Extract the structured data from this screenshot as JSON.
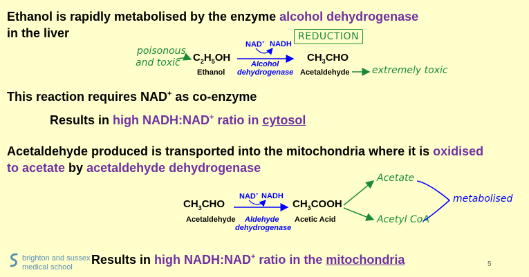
{
  "heading1": {
    "line1_pre": "Ethanol is rapidly metabolised by the enzyme ",
    "line1_hl": "alcohol dehydrogenase",
    "line2": "in the liver"
  },
  "reaction1": {
    "nad": "NAD",
    "nad_sup": "+",
    "nadh": "NADH",
    "annotation_box": "REDUCTION",
    "note_left_1": "poisonous",
    "note_left_2": "and toxic",
    "reactant_pre": "C",
    "reactant_sub1": "2",
    "reactant_mid": "H",
    "reactant_sub2": "5",
    "reactant_post": "OH",
    "reactant_label": "Ethanol",
    "enzyme_1": "Alcohol",
    "enzyme_2": "dehydrogenase",
    "product_pre": "CH",
    "product_sub": "3",
    "product_post": "CHO",
    "product_label": "Acetaldehyde",
    "note_right": "extremely toxic"
  },
  "coenzyme": {
    "pre": "This reaction requires NAD",
    "sup": "+",
    "post": " as co-enzyme"
  },
  "result1": {
    "pre": "Results in ",
    "hl1": "high NADH:NAD",
    "hl1_sup": "+",
    "hl2": " ratio in ",
    "hl_u": "cytosol"
  },
  "heading2": {
    "line1_pre": "Acetaldehyde produced is transported into the mitochondria where it is ",
    "line1_hl": "oxidised",
    "line2_hl": "to acetate",
    "line2_mid": " by ",
    "line2_hl2": "acetaldehyde dehydrogenase"
  },
  "reaction2": {
    "nad": "NAD",
    "nad_sup": "+",
    "nadh": "NADH",
    "reactant_pre": "CH",
    "reactant_sub": "3",
    "reactant_post": "CHO",
    "reactant_label": "Acetaldehyde",
    "enzyme_1": "Aldehyde",
    "enzyme_2": "dehydrogenase",
    "product_pre": "CH",
    "product_sub": "3",
    "product_post": "COOH",
    "product_label": "Acetic Acid",
    "note_top": "Acetate",
    "note_bottom": "Acetyl CoA",
    "note_right": "metabolised"
  },
  "result2": {
    "pre": "Results in ",
    "hl1": "high NADH:NAD",
    "hl1_sup": "+",
    "hl2": " ratio in the ",
    "hl_u": "mitochondria"
  },
  "logo": {
    "line1": "brighton and sussex",
    "line2": "medical school"
  },
  "page_number": "5",
  "colors": {
    "highlight": "#7030a0",
    "enzyme": "#0000ff",
    "annotation": "#1a8a3a",
    "background": "#ffffcc"
  }
}
